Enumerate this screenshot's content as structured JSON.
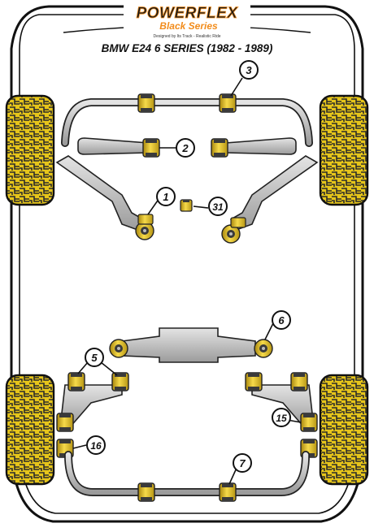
{
  "header": {
    "brand": "POWERFLEX",
    "series": "Black Series",
    "tagline": "Designed by Its Track - Realistic Ride",
    "vehicle": "BMW E24 6 SERIES (1982 - 1989)"
  },
  "callouts": [
    {
      "id": "c3",
      "label": "3"
    },
    {
      "id": "c2",
      "label": "2"
    },
    {
      "id": "c1",
      "label": "1"
    },
    {
      "id": "c31",
      "label": "31"
    },
    {
      "id": "c6",
      "label": "6"
    },
    {
      "id": "c5",
      "label": "5"
    },
    {
      "id": "c15",
      "label": "15"
    },
    {
      "id": "c16",
      "label": "16"
    },
    {
      "id": "c7",
      "label": "7"
    }
  ],
  "colors": {
    "outline": "#111111",
    "body_fill": "#ffffff",
    "tyre_fill": "#e6c51a",
    "tyre_tread": "#2b2b2b",
    "arm_grey": "#c9c9c9",
    "bush_yellow": "#f1cf2a",
    "bush_dark": "#3a3a3a",
    "callout_fill": "#ffffff",
    "brand_orange": "#f28c1b",
    "brand_dark": "#1a1a1a"
  }
}
